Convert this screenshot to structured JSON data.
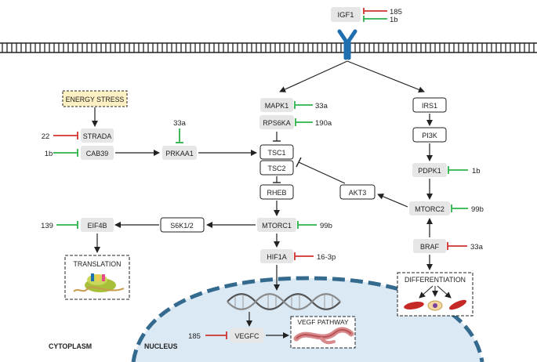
{
  "receptor_ligand": {
    "label": "IGF1",
    "regulators": [
      "185",
      "1b"
    ]
  },
  "nodes": {
    "energy_stress": "ENERGY STRESS",
    "strada": "STRADA",
    "cab39": "CAB39",
    "prkaa1": "PRKAA1",
    "eif4b": "EIF4B",
    "translation": "TRANSLATION",
    "s6k": "S6K1/2",
    "mapk1": "MAPK1",
    "rps6ka": "RPS6KA",
    "tsc1": "TSC1",
    "tsc2": "TSC2",
    "rheb": "RHEB",
    "mtorc1": "MTORC1",
    "hif1a": "HIF1A",
    "irs1": "IRS1",
    "pi3k": "PI3K",
    "pdpk1": "PDPK1",
    "akt3": "AKT3",
    "mtorc2": "MTORC2",
    "braf": "BRAF",
    "differentiation": "DIFFERENTIATION",
    "vegfc": "VEGFC",
    "vegf_pathway": "VEGF PATHWAY"
  },
  "regulators": {
    "strada": "22",
    "cab39": "1b",
    "prkaa1": "33a",
    "eif4b": "139",
    "mapk1": "33a",
    "rps6ka": "190a",
    "mtorc1": "99b",
    "hif1a": "16-3p",
    "pdpk1": "1b",
    "mtorc2": "99b",
    "braf": "33a",
    "vegfc": "185"
  },
  "compartments": {
    "cytoplasm": "CYTOPLASM",
    "nucleus": "NUCLEUS"
  },
  "colors": {
    "activating": "#2db34a",
    "inhibiting": "#d0332e",
    "nucleus": "#356a8f",
    "nucleus_fill": "#dbe9f5"
  }
}
